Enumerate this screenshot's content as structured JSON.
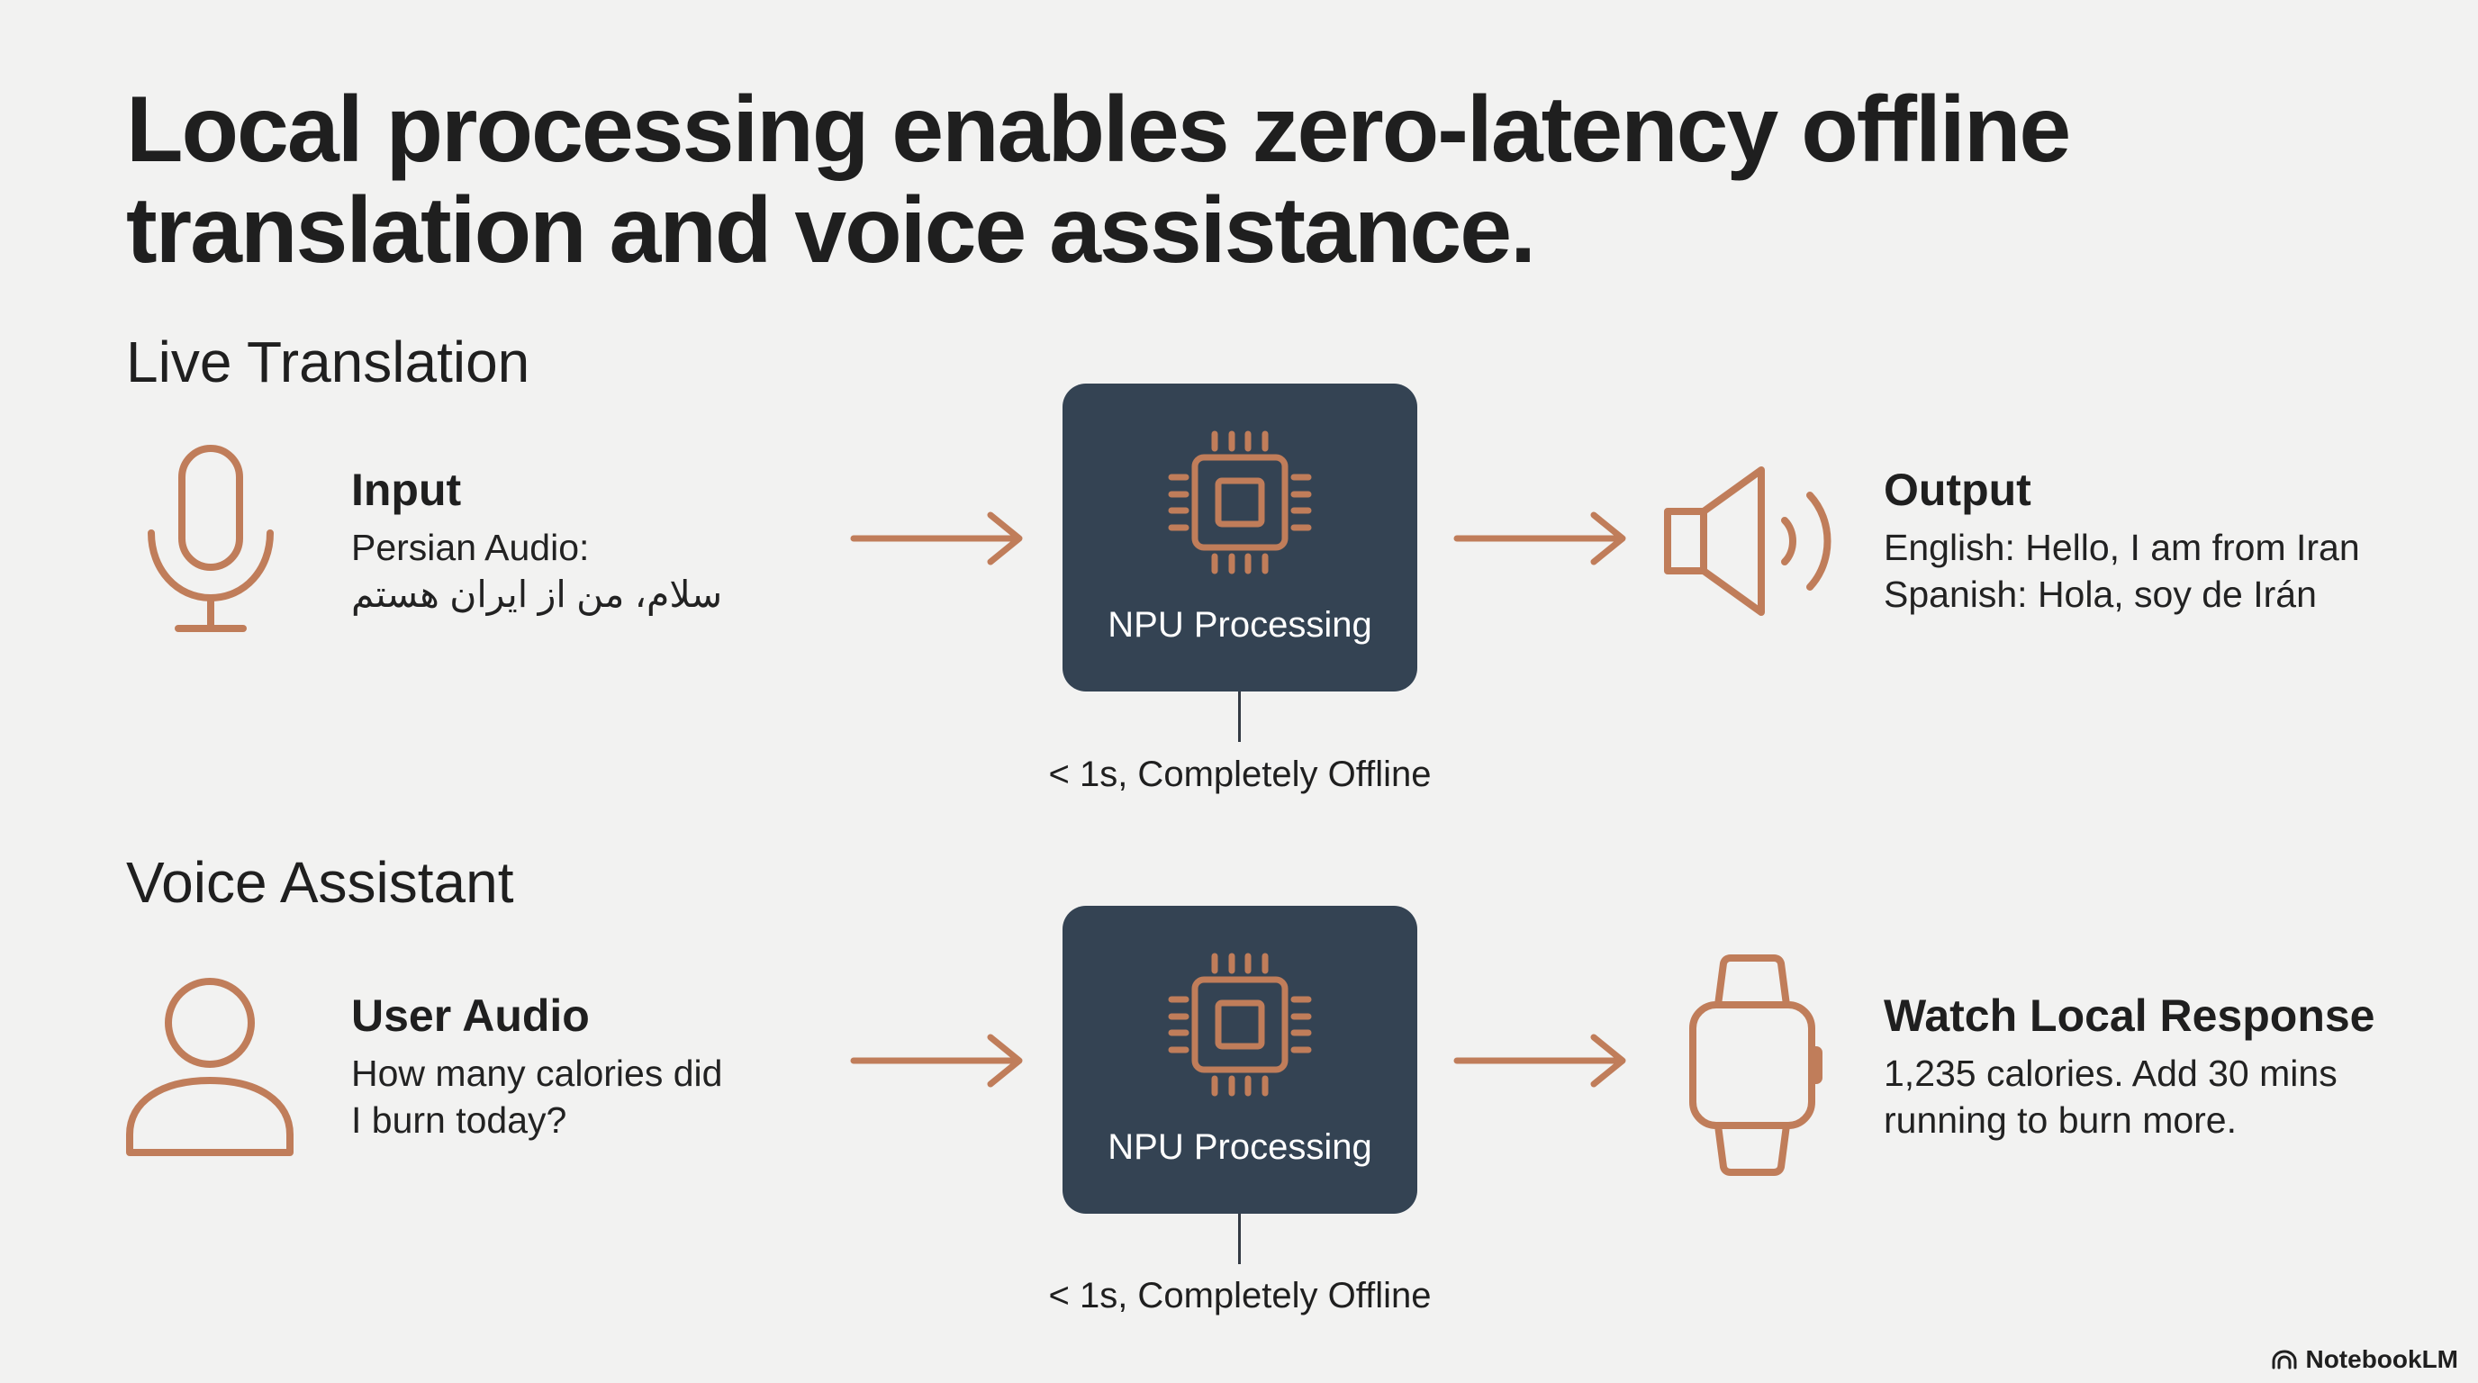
{
  "title": {
    "line1": "Local processing enables zero-latency offline",
    "line2": "translation and voice assistance."
  },
  "colors": {
    "background": "#f2f2f1",
    "accent": "#c07d5a",
    "npu_box": "#344353",
    "text": "#1f1f1f"
  },
  "sections": [
    {
      "title": "Live Translation",
      "input": {
        "icon": "microphone-icon",
        "heading": "Input",
        "lines": [
          "Persian Audio:",
          "سلام، من از ایران هستم"
        ]
      },
      "processor": {
        "icon": "chip-icon",
        "label": "NPU Processing",
        "note": "< 1s, Completely Offline"
      },
      "output": {
        "icon": "speaker-icon",
        "heading": "Output",
        "lines": [
          "English: Hello, I am from Iran",
          "Spanish: Hola, soy de Irán"
        ]
      }
    },
    {
      "title": "Voice Assistant",
      "input": {
        "icon": "user-icon",
        "heading": "User Audio",
        "lines": [
          "How many calories did",
          "I burn today?"
        ]
      },
      "processor": {
        "icon": "chip-icon",
        "label": "NPU Processing",
        "note": "< 1s, Completely Offline"
      },
      "output": {
        "icon": "smartwatch-icon",
        "heading": "Watch Local Response",
        "lines": [
          "1,235 calories. Add 30 mins",
          "running to burn more."
        ]
      }
    }
  ],
  "brand": {
    "name": "NotebookLM",
    "icon": "notebooklm-logo-icon"
  }
}
